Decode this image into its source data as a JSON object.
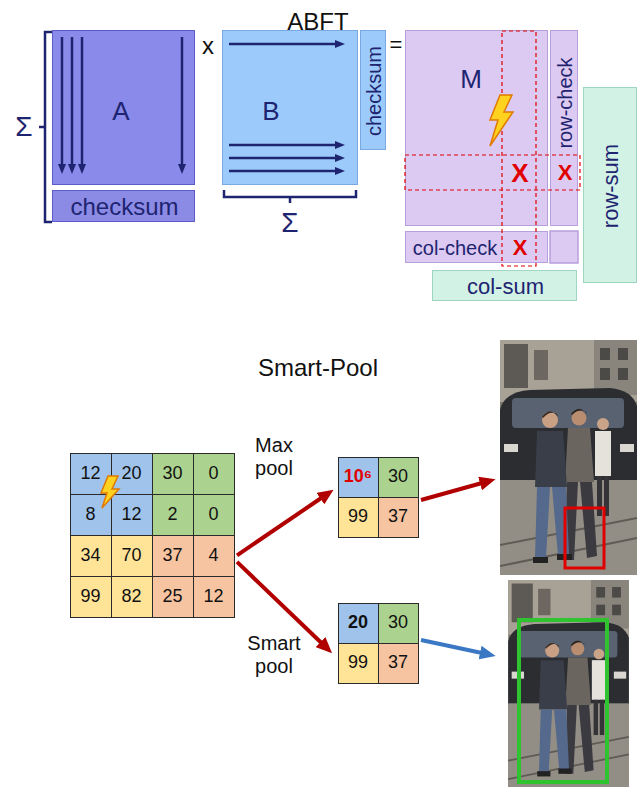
{
  "diagram": {
    "nodes": [
      {
        "text": [
          "A"
        ]
      },
      {
        "text": [
          "checksum"
        ]
      },
      {
        "text": [
          "B"
        ]
      },
      {
        "text": [
          "checksum"
        ]
      },
      {
        "text": [
          "M",
          "X"
        ]
      },
      {
        "text": [
          "row-check",
          "X"
        ]
      },
      {
        "text": [
          "row-sum"
        ]
      },
      {
        "text": [
          "col-check",
          "X"
        ]
      },
      {
        "text": [
          "col-sum"
        ]
      },
      {
        "text": [
          "12",
          "20",
          "30",
          "0",
          "8",
          "12",
          "2",
          "0",
          "34",
          "70",
          "37",
          "4",
          "99",
          "82",
          "25",
          "12"
        ]
      },
      {
        "text": [
          "10⁶",
          "30",
          "99",
          "37"
        ]
      },
      {
        "text": [
          "20",
          "30",
          "99",
          "37"
        ]
      }
    ],
    "edges": [
      {
        "from": 9,
        "to": 10,
        "arrow": "to",
        "label": "Max pool"
      },
      {
        "from": 9,
        "to": 11,
        "arrow": "to",
        "label": "Smart pool"
      }
    ],
    "labels": [
      "ABFT",
      "Σ",
      "x",
      "=",
      "Σ",
      "Smart-Pool"
    ]
  }
}
